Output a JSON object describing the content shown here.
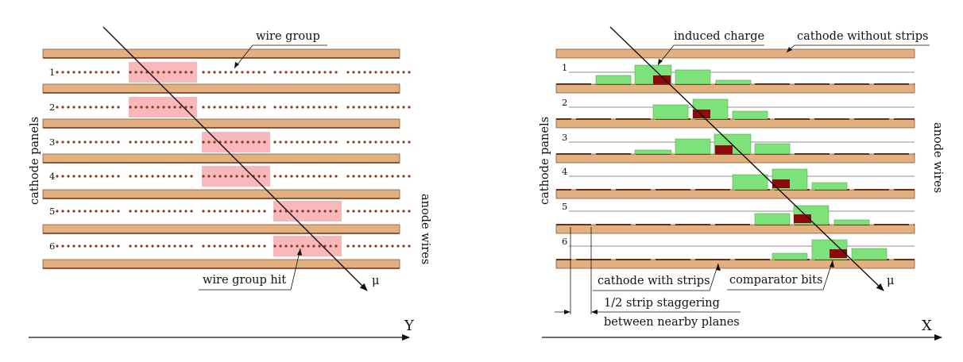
{
  "colors": {
    "cathode_fill": "#e3b07f",
    "cathode_edge": "#6a2f12",
    "wire_dot": "#8b3a17",
    "hit_fill": "#f8b7bb",
    "charge_fill": "#7ee27a",
    "charge_edge": "#4a9a44",
    "comparator_fill": "#8e0a0a"
  },
  "left_panel": {
    "labels": {
      "wire_group": "wire group",
      "wire_group_hit": "wire group hit",
      "cathode_panels": "cathode panels",
      "anode_wires": "anode wires",
      "mu": "μ",
      "axis": "Y"
    },
    "planes": [
      "1",
      "2",
      "3",
      "4",
      "5",
      "6"
    ]
  },
  "right_panel": {
    "labels": {
      "induced_charge": "induced charge",
      "cathode_without_strips": "cathode without strips",
      "cathode_with_strips": "cathode with strips",
      "comparator_bits": "comparator bits",
      "stagger_line1": "1/2 strip staggering",
      "stagger_line2": "between nearby planes",
      "cathode_panels": "cathode panels",
      "anode_wires": "anode wires",
      "mu": "μ",
      "axis": "X"
    },
    "planes": [
      "1",
      "2",
      "3",
      "4",
      "5",
      "6"
    ]
  }
}
